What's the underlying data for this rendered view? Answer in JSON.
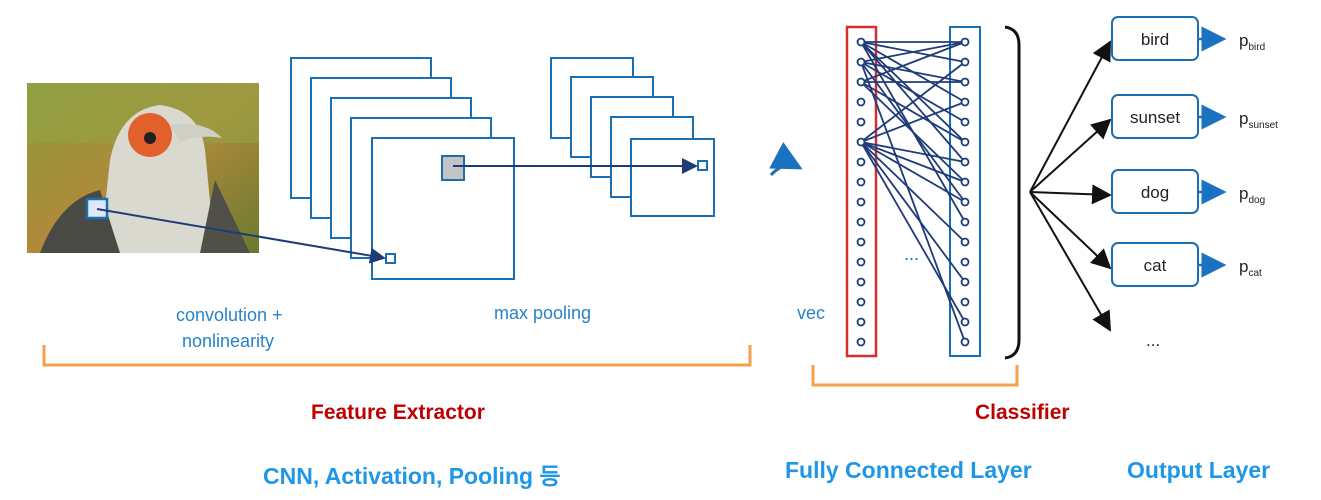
{
  "feature_extractor": {
    "conv_label_line1": "convolution +",
    "conv_label_line2": "nonlinearity",
    "pool_label": "max pooling",
    "title": "Feature Extractor",
    "subtitle": "CNN, Activation, Pooling 등"
  },
  "classifier": {
    "vec_label": "vec",
    "hidden_ellipsis": "...",
    "title": "Classifier",
    "fc_title": "Fully Connected Layer",
    "output_title": "Output Layer"
  },
  "outputs": [
    {
      "label": "bird",
      "prob": "p",
      "sub": "bird"
    },
    {
      "label": "sunset",
      "prob": "p",
      "sub": "sunset"
    },
    {
      "label": "dog",
      "prob": "p",
      "sub": "dog"
    },
    {
      "label": "cat",
      "prob": "p",
      "sub": "cat"
    }
  ],
  "outputs_more": "...",
  "colors": {
    "frame_blue": "#1a6fb3",
    "arrow_navy": "#1f3c78",
    "bracket_orange": "#f5a04a",
    "vec_red": "#d32f2f"
  }
}
